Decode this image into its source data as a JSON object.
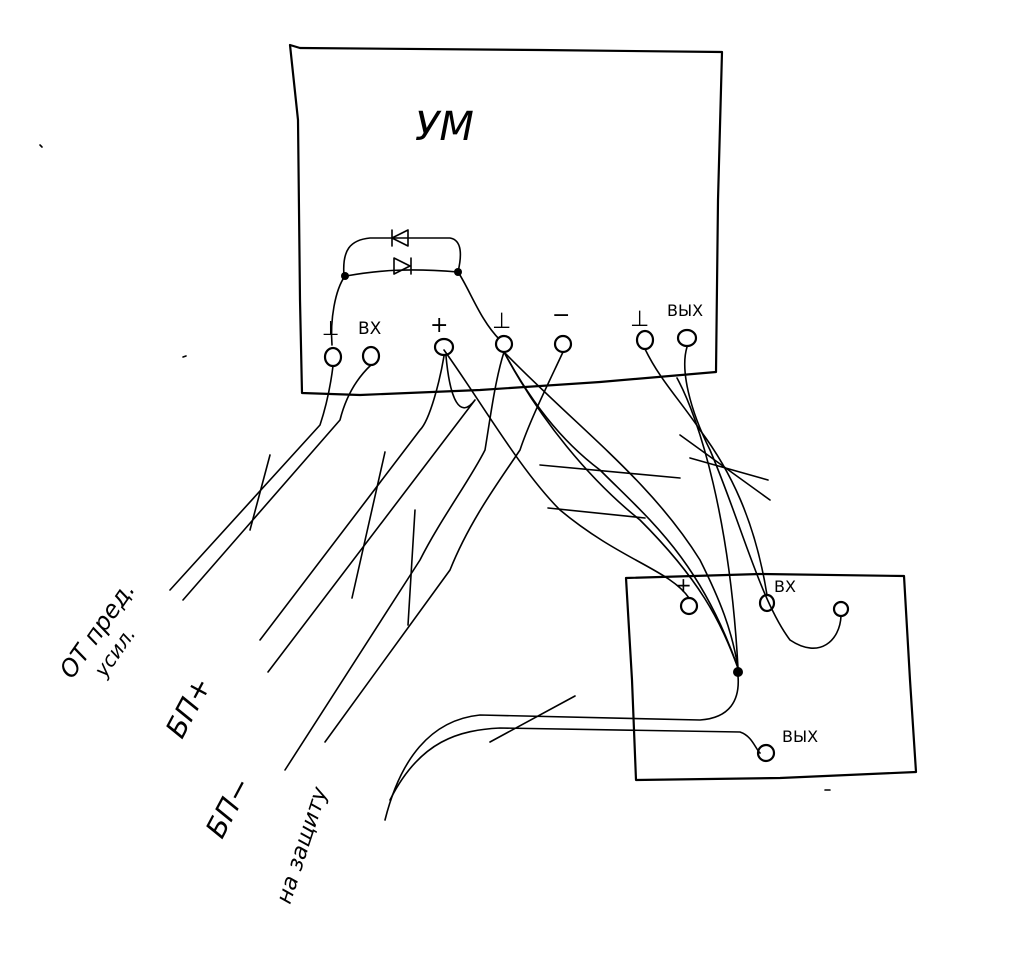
{
  "main_unit": {
    "title": "УМ",
    "terminals": [
      {
        "label": "⊥"
      },
      {
        "label": "ВХ"
      },
      {
        "label": "+"
      },
      {
        "label": "⊥"
      },
      {
        "label": "−"
      },
      {
        "label": "⊥"
      },
      {
        "label": "ВЫХ"
      }
    ]
  },
  "protection_unit": {
    "terminals": [
      {
        "label": "+"
      },
      {
        "label": "ВХ"
      },
      {
        "label": "ВЫХ"
      }
    ]
  },
  "wire_labels": {
    "from_preamp_line1": "ОТ пред.",
    "from_preamp_line2": "усил.",
    "psu_plus": "БП+",
    "psu_minus": "БП−",
    "to_protection": "на защиту"
  }
}
